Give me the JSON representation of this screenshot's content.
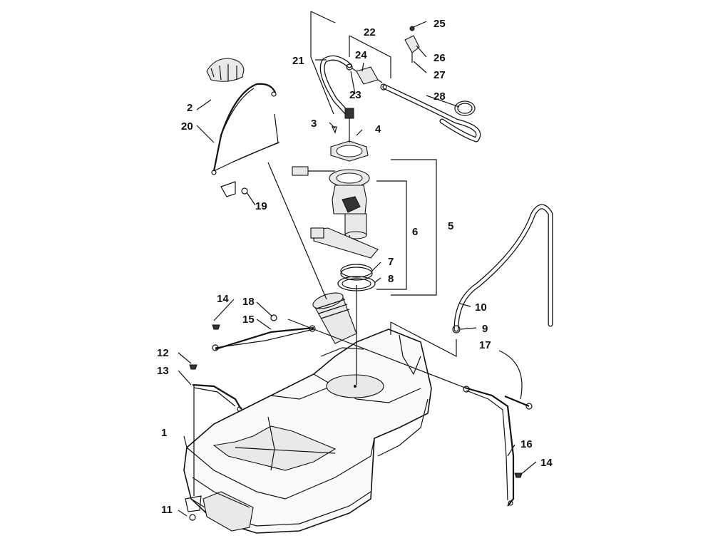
{
  "diagram": {
    "labels": [
      "1",
      "2",
      "3",
      "4",
      "5",
      "6",
      "7",
      "8",
      "9",
      "10",
      "11",
      "12",
      "13",
      "14",
      "14",
      "15",
      "16",
      "17",
      "18",
      "19",
      "20",
      "21",
      "22",
      "23",
      "24",
      "25",
      "26",
      "27",
      "28"
    ]
  }
}
